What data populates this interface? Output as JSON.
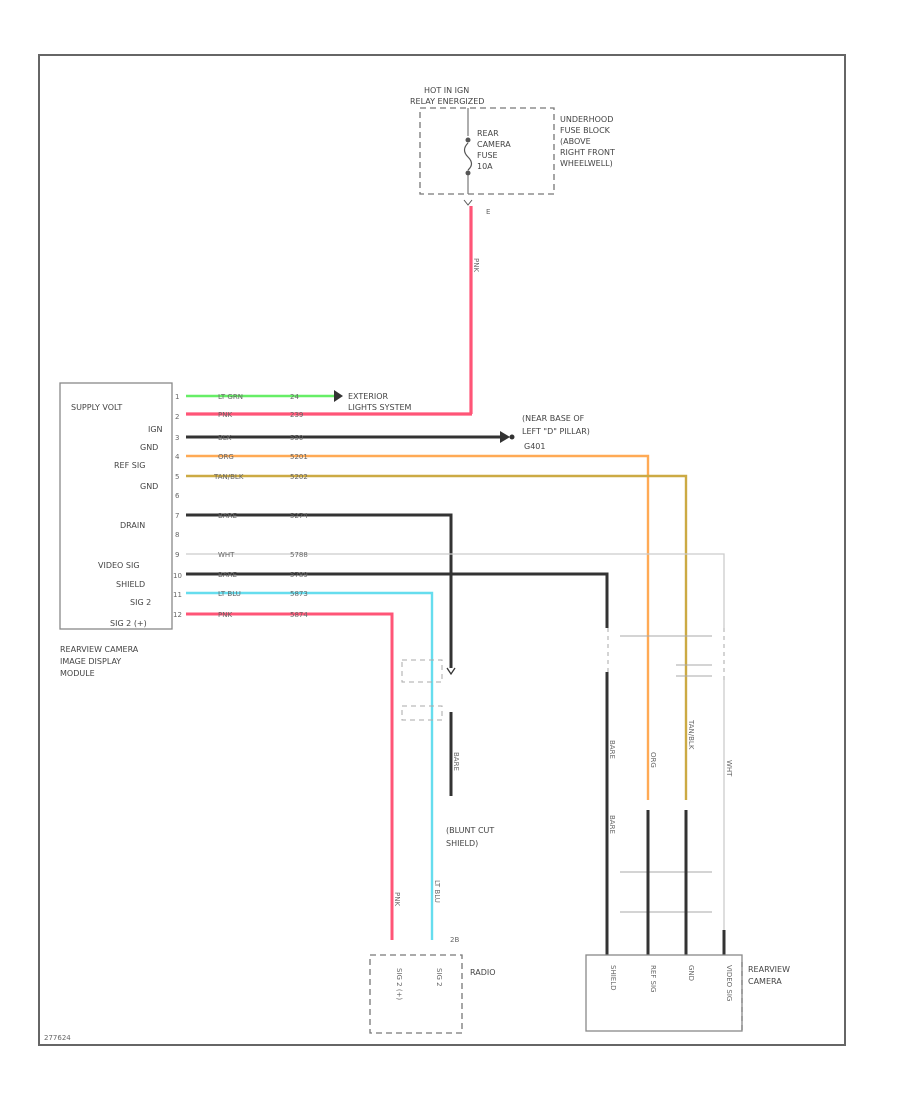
{
  "fuse_block": {
    "hot_label_1": "HOT IN IGN",
    "hot_label_2": "RELAY ENERGIZED",
    "fuse_lines": [
      "REAR",
      "CAMERA",
      "FUSE",
      "10A"
    ],
    "desc_lines": [
      "UNDERHOOD",
      "FUSE BLOCK",
      "(ABOVE",
      "RIGHT FRONT",
      "WHEELWELL)"
    ],
    "pin": "E"
  },
  "feed_wire_color": "PNK",
  "module": {
    "name_lines": [
      "REARVIEW CAMERA",
      "IMAGE DISPLAY",
      "MODULE"
    ],
    "pins": [
      {
        "label": "SUPPLY VOLT",
        "pin": "1",
        "color": "LT GRN",
        "circuit": "24"
      },
      {
        "label": "IGN",
        "pin": "2",
        "color": "PNK",
        "circuit": "239"
      },
      {
        "label": "GND",
        "pin": "3",
        "color": "BLK",
        "circuit": "550"
      },
      {
        "label": "REF SIG",
        "pin": "4",
        "color": "ORG",
        "circuit": "5201"
      },
      {
        "label": "GND",
        "pin": "5",
        "color": "TAN/BLK",
        "circuit": "5202"
      },
      {
        "label": "",
        "pin": "6",
        "color": "",
        "circuit": ""
      },
      {
        "label": "DRAIN",
        "pin": "7",
        "color": "BARE",
        "circuit": "5274"
      },
      {
        "label": "",
        "pin": "8",
        "color": "",
        "circuit": ""
      },
      {
        "label": "VIDEO SIG",
        "pin": "9",
        "color": "WHT",
        "circuit": "5788"
      },
      {
        "label": "SHIELD",
        "pin": "10",
        "color": "BARE",
        "circuit": "5789"
      },
      {
        "label": "SIG 2",
        "pin": "11",
        "color": "LT BLU",
        "circuit": "5873"
      },
      {
        "label": "SIG 2 (+)",
        "pin": "12",
        "color": "PNK",
        "circuit": "5874"
      }
    ]
  },
  "exterior_lights": [
    "EXTERIOR",
    "LIGHTS SYSTEM"
  ],
  "ground_lines": [
    "(NEAR BASE OF",
    "LEFT \"D\" PILLAR)",
    "G401"
  ],
  "shield_note": [
    "(BLUNT CUT",
    "SHIELD)"
  ],
  "shield_wire": "BARE",
  "radio": {
    "label": "RADIO",
    "pins": [
      "SIG 2 (+)",
      "SIG 2"
    ],
    "wire_colors": [
      "PNK",
      "LT BLU"
    ],
    "pin_id": "2B"
  },
  "camera": {
    "label_lines": [
      "REARVIEW",
      "CAMERA"
    ],
    "pins": [
      "SHIELD",
      "REF SIG",
      "GND",
      "VIDEO SIG"
    ],
    "wire_colors": [
      "BARE",
      "ORG",
      "TAN/BLK",
      "WHT"
    ],
    "upper_wire_labels": [
      "BARE",
      "BARE"
    ]
  },
  "footer_code": "277624",
  "colors": {
    "lt_grn": "#66ee66",
    "pnk": "#ff5577",
    "blk": "#333333",
    "org": "#ffaa55",
    "tan_blk": "#ccaa44",
    "lt_blu": "#66ddee",
    "wht": "#cccccc",
    "bare": "#333333"
  }
}
